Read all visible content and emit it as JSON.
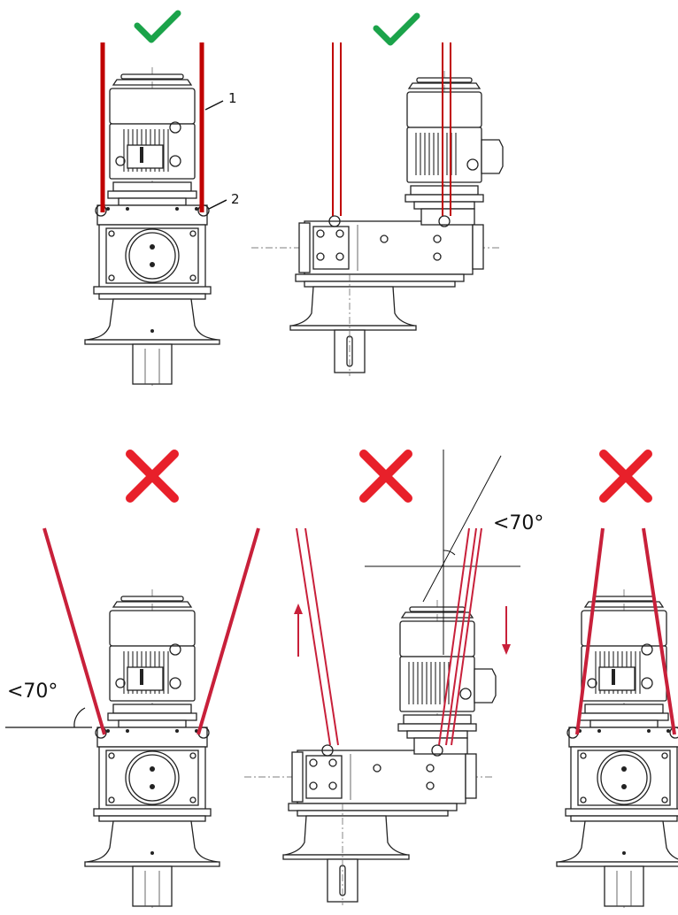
{
  "colors": {
    "sling_ok": "#c00000",
    "sling_bad": "#c8203a",
    "check": "#1ba34a",
    "cross": "#e8202a",
    "drawing": "#222222"
  },
  "callouts": {
    "sling": "1",
    "lifting_eye": "2"
  },
  "angles": {
    "left_bad": "<70°",
    "middle_bad": "<70°"
  },
  "panels": [
    {
      "verdict": "correct",
      "icon": "checkmark-icon"
    },
    {
      "verdict": "correct",
      "icon": "checkmark-icon"
    },
    {
      "verdict": "incorrect",
      "icon": "cross-icon"
    },
    {
      "verdict": "incorrect",
      "icon": "cross-icon"
    },
    {
      "verdict": "incorrect",
      "icon": "cross-icon"
    }
  ]
}
